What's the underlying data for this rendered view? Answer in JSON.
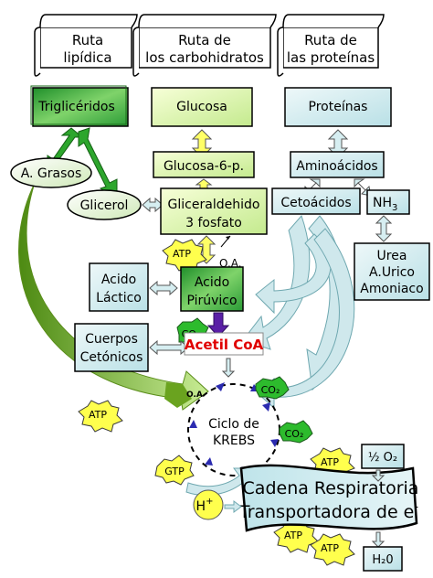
{
  "headers": {
    "lipidica": [
      "Ruta",
      "lipídica"
    ],
    "carbohidratos": [
      "Ruta de",
      "los carbohidratos"
    ],
    "proteinas": [
      "Ruta de",
      "las proteínas"
    ]
  },
  "boxes": {
    "trigliceridos": "Triglicéridos",
    "glucosa": "Glucosa",
    "proteinas": "Proteínas",
    "glucosa6p": "Glucosa-6-p.",
    "aminoacidos": "Aminoácidos",
    "gliceraldehido": [
      "Gliceraldehido",
      "3 fosfato"
    ],
    "cetoacidos": "Cetoácidos",
    "nh3": "NH",
    "nh3_sub": "3",
    "urea": [
      "Urea",
      "A.Urico",
      "Amoniaco"
    ],
    "acido_lactico": [
      "Acido",
      "Láctico"
    ],
    "acido_piruvico": [
      "Acido",
      "Pirúvico"
    ],
    "cuerpos_cetonicos": [
      "Cuerpos",
      "Cetónicos"
    ],
    "acetil_coa": "Acetil CoA",
    "half_o2": "½ O₂",
    "h2o": "H₂0"
  },
  "ellipses": {
    "a_grasos": "A. Grasos",
    "glicerol": "Glicerol"
  },
  "labels": {
    "oa_top": "O.A.",
    "oa_small": "O.A",
    "krebs": [
      "Ciclo de",
      "KREBS"
    ],
    "cadena": [
      "Cadena Respiratoria",
      "Transportadora de e"
    ],
    "cadena_sup": "-",
    "h_plus": "H",
    "h_plus_sup": "+"
  },
  "badges": {
    "atp": "ATP",
    "gtp": "GTP",
    "co2": "CO₂"
  },
  "colors": {
    "green_dark": "#2e9a2e",
    "green_light": "#ccef9a",
    "cyan": "#c6e6ea",
    "acetil_red": "#e00000",
    "purple": "#5a1fa6",
    "yellow": "#ffff4d"
  }
}
